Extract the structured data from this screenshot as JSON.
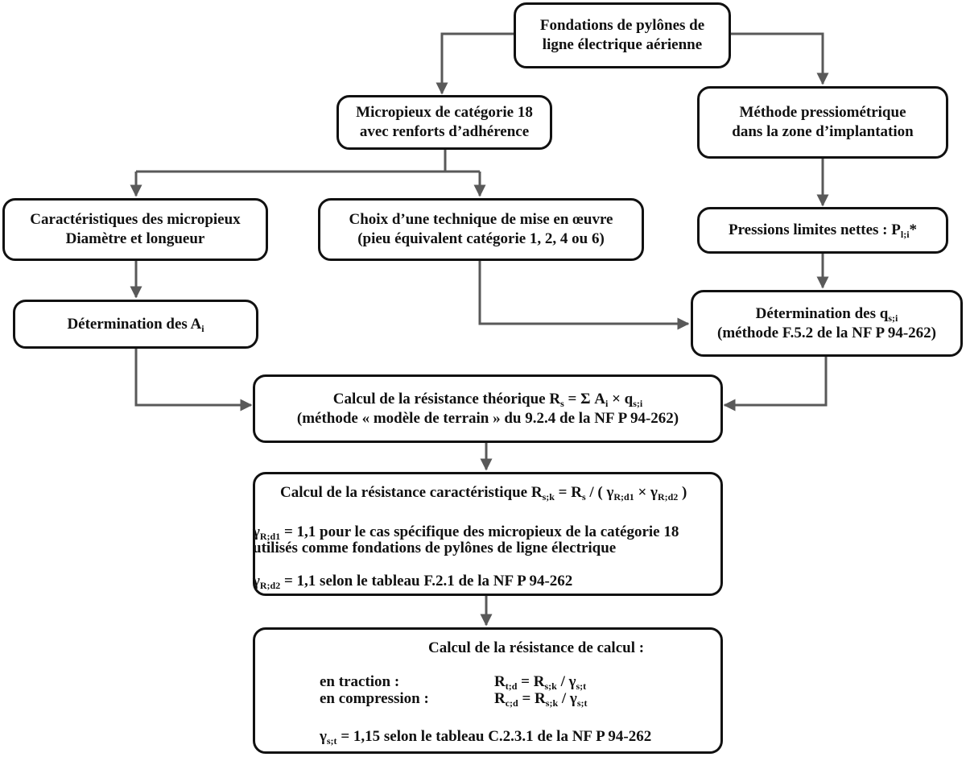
{
  "nodes": {
    "root": [
      "Fondations de pylônes de",
      "ligne électrique aérienne"
    ],
    "micropieux": [
      "Micropieux de catégorie 18",
      "avec renforts d’adhérence"
    ],
    "methode": [
      "Méthode pressiométrique",
      "dans la zone d’implantation"
    ],
    "caracteristiques": [
      "Caractéristiques des micropieux",
      "Diamètre et longueur"
    ],
    "choix": [
      "Choix d’une technique de mise en œuvre",
      "(pieu équivalent catégorie 1, 2, 4 ou 6)"
    ],
    "pressions": {
      "text": "Pressions limites nettes : P",
      "sub": "l;i",
      "suffix": "*"
    },
    "determination_a": {
      "text": "Détermination des A",
      "sub": "i"
    },
    "determination_q": {
      "text": "Détermination des q",
      "sub": "s;i",
      "line2": "(méthode F.5.2 de la NF P 94-262)"
    },
    "calcul_theorique": {
      "pre": "Calcul de la résistance théorique R",
      "rs_sub": "s",
      "eq": " = Σ A",
      "a_sub": "i",
      "times": " × q",
      "q_sub": "s;i",
      "line2": "(méthode « modèle de terrain » du 9.2.4 de la NF P 94-262)"
    },
    "calcul_caracteristique": {
      "pre": "Calcul de la résistance caractéristique R",
      "rsk_sub": "s;k",
      "eq": " =  R",
      "rs_sub": "s",
      "div": " / ( γ",
      "g1_sub": "R;d1",
      "times": " × γ",
      "g2_sub": "R;d2",
      "close": " )",
      "gamma1_sym": "γ",
      "gamma1_sub": "R;d1",
      "gamma1_text": " = 1,1 pour le cas spécifique des micropieux de la catégorie 18",
      "gamma1_line2": "utilisés comme fondations de pylônes de ligne électrique",
      "gamma2_sym": "γ",
      "gamma2_sub": "R;d2",
      "gamma2_text": " = 1,1 selon le tableau F.2.1 de la NF P 94-262"
    },
    "calcul_calcul": {
      "title": "Calcul de la résistance de calcul :",
      "traction_label": "en traction :",
      "traction_r": "R",
      "traction_r_sub": "t;d",
      "traction_eq": " =  R",
      "traction_rsk_sub": "s;k",
      "traction_div": "   / γ",
      "traction_g_sub": "s;t",
      "compression_label": "en compression :",
      "compression_r": "R",
      "compression_r_sub": "c;d",
      "compression_eq": " =  R",
      "compression_rsk_sub": "s;k",
      "compression_div": "  /  γ",
      "compression_g_sub": "s;t",
      "gamma_sym": "γ",
      "gamma_sub": "s;t",
      "gamma_text": " = 1,15 selon le tableau C.2.3.1 de la NF P 94-262"
    }
  },
  "colors": {
    "border": "#111111",
    "arrow": "#595959",
    "text": "#111111"
  }
}
